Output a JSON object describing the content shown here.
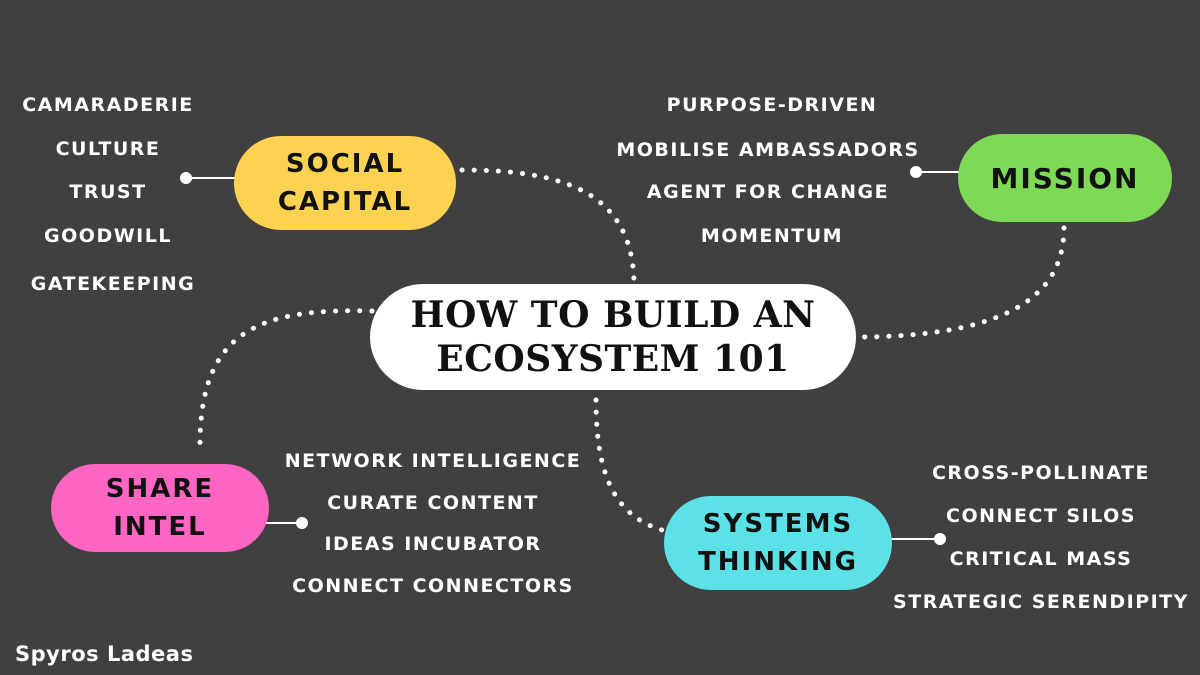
{
  "center": {
    "line1": "HOW TO BUILD AN",
    "line2": "ECOSYSTEM 101"
  },
  "nodes": {
    "social_capital": {
      "line1": "SOCIAL",
      "line2": "CAPITAL",
      "color": "#FCD250",
      "items": [
        "CAMARADERIE",
        "CULTURE",
        "TRUST",
        "GOODWILL",
        "GATEKEEPING"
      ]
    },
    "mission": {
      "line1": "MISSION",
      "color": "#7ED957",
      "items": [
        "PURPOSE-DRIVEN",
        "MOBILISE AMBASSADORS",
        "AGENT FOR CHANGE",
        "MOMENTUM"
      ]
    },
    "share_intel": {
      "line1": "SHARE",
      "line2": "INTEL",
      "color": "#FF66C4",
      "items": [
        "NETWORK INTELLIGENCE",
        "CURATE CONTENT",
        "IDEAS INCUBATOR",
        "CONNECT CONNECTORS"
      ]
    },
    "systems_thinking": {
      "line1": "SYSTEMS",
      "line2": "THINKING",
      "color": "#5CE1E6",
      "items": [
        "CROSS-POLLINATE",
        "CONNECT SILOS",
        "CRITICAL MASS",
        "STRATEGIC SERENDIPITY"
      ]
    }
  },
  "credit": "Spyros Ladeas",
  "colors": {
    "background": "#404040",
    "text": "#FFFFFF",
    "center_fill": "#FFFFFF"
  }
}
